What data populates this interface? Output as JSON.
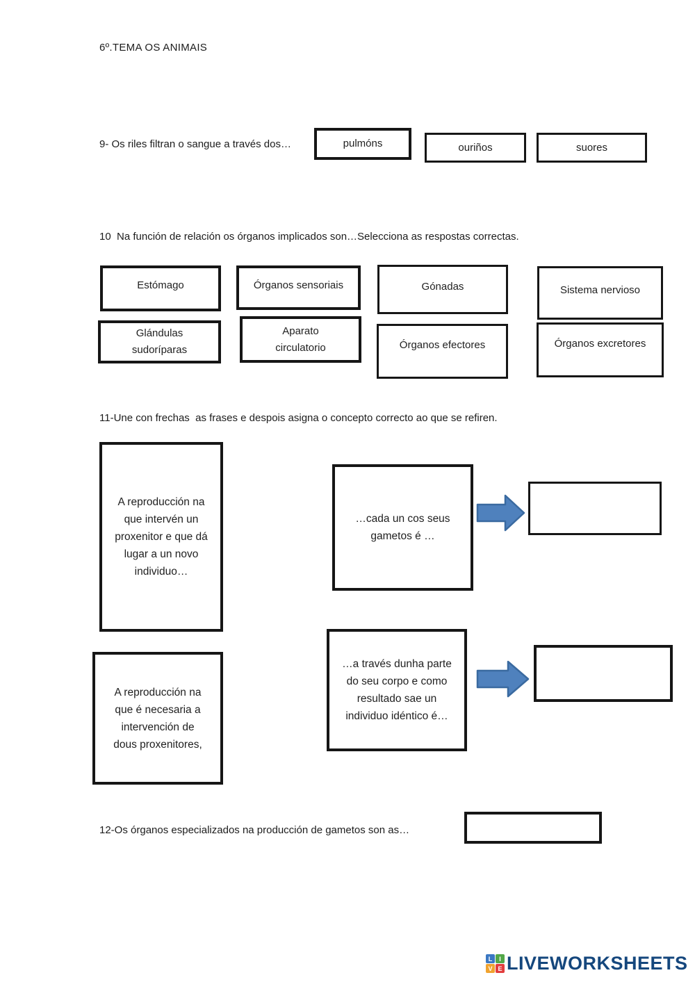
{
  "title": "6º.TEMA OS ANIMAIS",
  "q9": {
    "prompt": "9- Os riles filtran o sangue a través dos…",
    "options": [
      {
        "label": "pulmóns"
      },
      {
        "label": "ouriños"
      },
      {
        "label": "suores"
      }
    ]
  },
  "q10": {
    "prompt": "10  Na función de relación os órganos implicados son…Selecciona as respostas correctas.",
    "options": [
      {
        "label": "Estómago"
      },
      {
        "label": "Órganos sensoriais"
      },
      {
        "label": "Gónadas"
      },
      {
        "label": "Sistema nervioso"
      },
      {
        "label": "Glándulas\nsudoríparas"
      },
      {
        "label": "Aparato\ncirculatorio"
      },
      {
        "label": "Órganos efectores"
      },
      {
        "label": "Órganos excretores"
      }
    ]
  },
  "q11": {
    "prompt": "11-Une con frechas  as frases e despois asigna o concepto correcto ao que se refiren.",
    "left_boxes": [
      {
        "text": "A reproducción  na\nque intervén un\nproxenitor e que dá\nlugar a un novo\nindividuo…"
      },
      {
        "text": "A reproducción  na\nque é necesaria a\nintervención de\ndous proxenitores,"
      }
    ],
    "middle_boxes": [
      {
        "text": "…cada un cos seus\ngametos é …"
      },
      {
        "text": "…a través dunha parte\ndo seu corpo  e como\nresultado sae un\nindividuo idéntico é…"
      }
    ],
    "answer_boxes": [
      {
        "value": ""
      },
      {
        "value": ""
      }
    ]
  },
  "q12": {
    "prompt": "12-Os órganos especializados na producción de gametos son as…",
    "answer": ""
  },
  "footer": {
    "brand": "LIVEWORKSHEETS",
    "logo_letters": [
      "L",
      "I",
      "V",
      "E"
    ]
  },
  "colors": {
    "arrow_fill": "#4f81bd",
    "arrow_stroke": "#3a6aa0",
    "brand_navy": "#15477d",
    "logo_blue": "#3b78c3",
    "logo_green": "#52a748",
    "logo_orange": "#f0a330",
    "logo_red": "#e23d3d"
  }
}
